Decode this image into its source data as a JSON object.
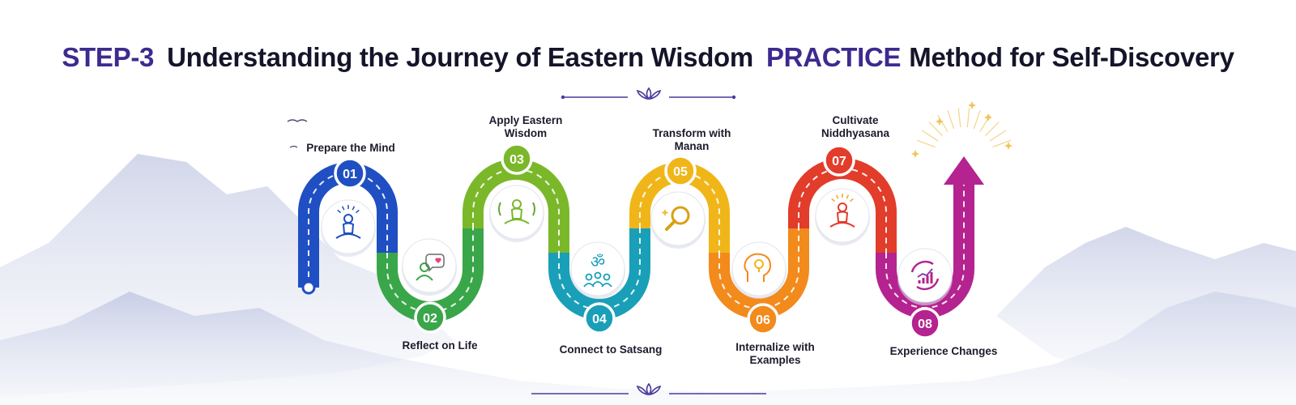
{
  "title": {
    "part1": "STEP-3",
    "part2": "Understanding the Journey of Eastern Wisdom",
    "part3": "PRACTICE",
    "part4": "Method for Self-Discovery"
  },
  "colors": {
    "title_accent": "#3d2a8f",
    "title_text": "#14142a",
    "divider": "#4a3a9a"
  },
  "steps": [
    {
      "number": "01",
      "label": "Prepare the Mind",
      "color": "#1f4fc2",
      "icon": "meditation-icon"
    },
    {
      "number": "02",
      "label": "Reflect on Life",
      "color": "#3aa64a",
      "icon": "reflection-thought-icon"
    },
    {
      "number": "03",
      "label": "Apply Eastern\nWisdom",
      "color": "#7ab82a",
      "icon": "lotus-meditation-icon"
    },
    {
      "number": "04",
      "label": "Connect to Satsang",
      "color": "#1a9fb8",
      "icon": "om-community-icon"
    },
    {
      "number": "05",
      "label": "Transform with\nManan",
      "color": "#f0b619",
      "icon": "magnifier-icon"
    },
    {
      "number": "06",
      "label": "Internalize with\nExamples",
      "color": "#f28a1c",
      "icon": "head-lightbulb-icon"
    },
    {
      "number": "07",
      "label": "Cultivate\nNiddhyasana",
      "color": "#e23c2a",
      "icon": "radiant-meditation-icon"
    },
    {
      "number": "08",
      "label": "Experience Changes",
      "color": "#b4238f",
      "icon": "growth-cycle-icon"
    }
  ]
}
